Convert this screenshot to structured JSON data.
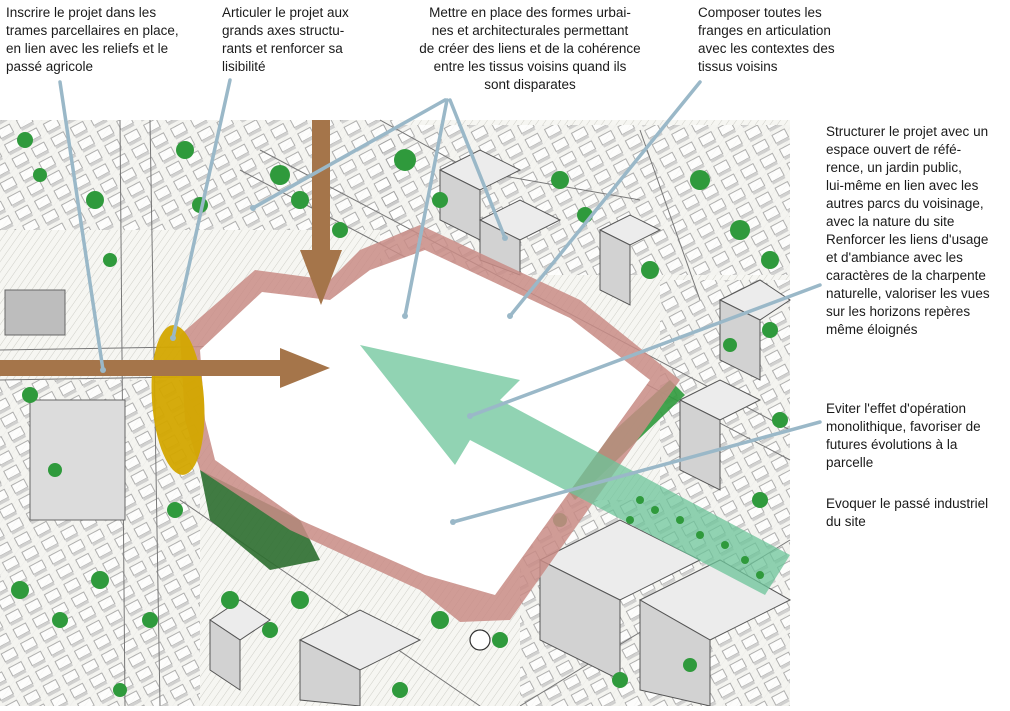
{
  "annotations": {
    "trames": [
      "Inscrire le projet dans les",
      "trames parcellaires en place,",
      "en lien avec les reliefs et le",
      "passé agricole"
    ],
    "axes": [
      "Articuler le projet aux",
      "grands axes structu-",
      "rants et renforcer sa",
      "lisibilité"
    ],
    "formes": [
      "Mettre en place des formes urbai-",
      "nes et architecturales permettant",
      "de créer des liens et de la cohérence",
      "entre les tissus voisins quand ils",
      "sont disparates"
    ],
    "franges": [
      "Composer toutes les",
      "franges en articulation",
      "avec les contextes des",
      "tissus voisins"
    ],
    "espace": [
      "Structurer le projet avec un",
      "espace ouvert de réfé-",
      "rence, un jardin public,",
      "lui-même en lien avec les",
      "autres parcs du voisinage,",
      "avec la nature du site",
      "Renforcer les liens d'usage",
      "et d'ambiance avec les",
      "caractères de la charpente",
      "naturelle, valoriser les vues",
      "sur les horizons repères",
      "même éloignés"
    ],
    "monolithique": [
      "Eviter l'effet d'opération",
      "monolithique, favoriser de",
      "futures évolutions à la",
      "parcelle"
    ],
    "industriel": [
      "Evoquer le passé industriel",
      "du site"
    ]
  },
  "colors": {
    "site_fill": "#ffffff",
    "site_border": "#c98c86",
    "arrow_brown": "#a5754a",
    "arrow_green": "#6cc49a",
    "ellipse_ochre": "#d3a600",
    "vegetation": "#2f9a3c",
    "line": "#9ab8c8",
    "ink": "#333333"
  },
  "icons": [
    "brown-arrow-icon",
    "green-arrow-icon",
    "ochre-ellipse-icon",
    "tree-icon"
  ]
}
